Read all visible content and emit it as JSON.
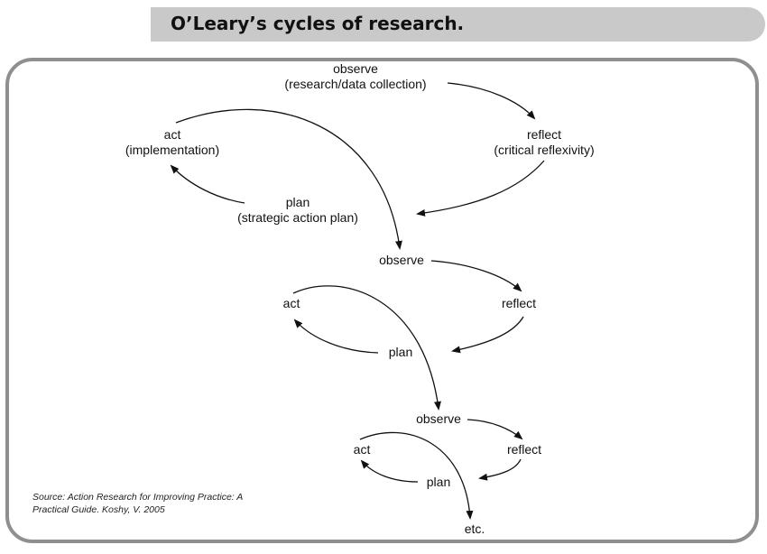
{
  "title": "O’Leary’s cycles of research.",
  "cycle1": {
    "observe": "observe",
    "observe_detail": "(research/data collection)",
    "reflect": "reflect",
    "reflect_detail": "(critical reflexivity)",
    "plan": "plan",
    "plan_detail": "(strategic action plan)",
    "act": "act",
    "act_detail": "(implementation)"
  },
  "cycle2": {
    "observe": "observe",
    "reflect": "reflect",
    "plan": "plan",
    "act": "act"
  },
  "cycle3": {
    "observe": "observe",
    "reflect": "reflect",
    "plan": "plan",
    "act": "act"
  },
  "end_label": "etc.",
  "source": {
    "line1": "Source: Action Research for Improving Practice: A",
    "line2": "Practical Guide. Koshy, V. 2005"
  },
  "colors": {
    "title_bar": "#c9c9c9",
    "frame_border": "#8f8f8f",
    "arrow": "#111111"
  }
}
